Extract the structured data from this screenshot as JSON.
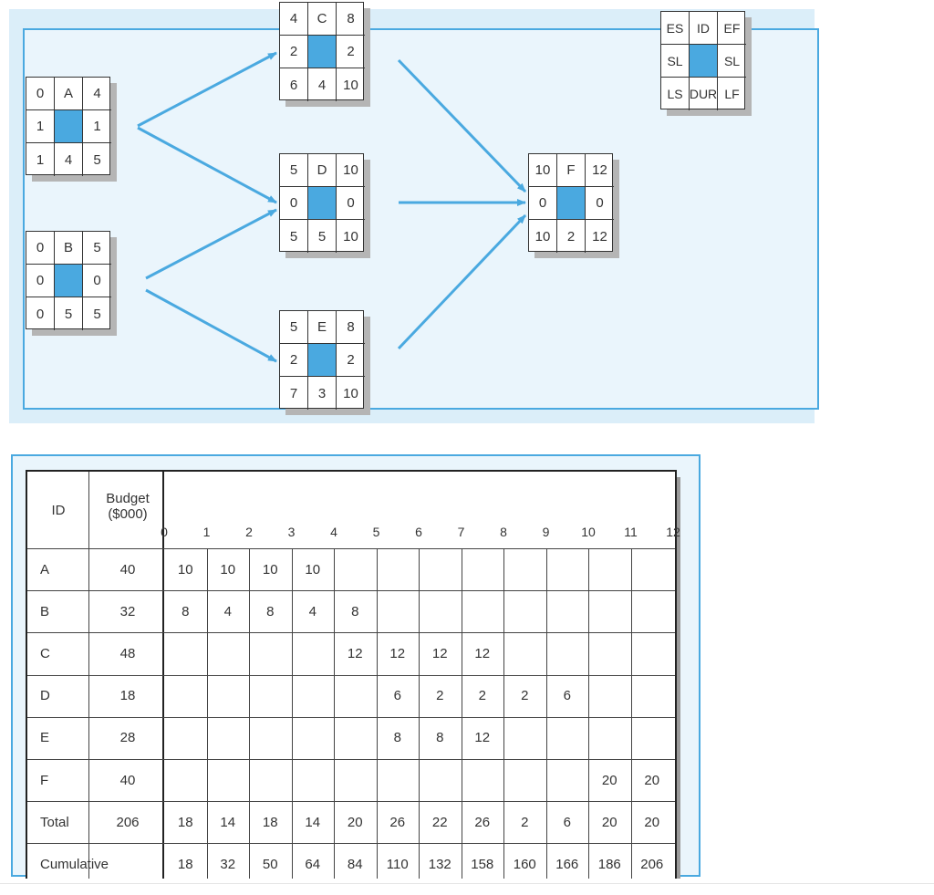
{
  "network": {
    "nodes": [
      {
        "id": "A",
        "es": "0",
        "ef": "4",
        "sl_left": "1",
        "sl_right": "1",
        "ls": "1",
        "dur": "4",
        "lf": "5"
      },
      {
        "id": "B",
        "es": "0",
        "ef": "5",
        "sl_left": "0",
        "sl_right": "0",
        "ls": "0",
        "dur": "5",
        "lf": "5"
      },
      {
        "id": "C",
        "es": "4",
        "ef": "8",
        "sl_left": "2",
        "sl_right": "2",
        "ls": "6",
        "dur": "4",
        "lf": "10"
      },
      {
        "id": "D",
        "es": "5",
        "ef": "10",
        "sl_left": "0",
        "sl_right": "0",
        "ls": "5",
        "dur": "5",
        "lf": "10"
      },
      {
        "id": "E",
        "es": "5",
        "ef": "8",
        "sl_left": "2",
        "sl_right": "2",
        "ls": "7",
        "dur": "3",
        "lf": "10"
      },
      {
        "id": "F",
        "es": "10",
        "ef": "12",
        "sl_left": "0",
        "sl_right": "0",
        "ls": "10",
        "dur": "2",
        "lf": "12"
      }
    ],
    "legend": {
      "es": "ES",
      "id": "ID",
      "ef": "EF",
      "sl_left": "SL",
      "sl_right": "SL",
      "ls": "LS",
      "dur": "DUR",
      "lf": "LF"
    },
    "fill_color": "#4aa9e0",
    "arrow_color": "#4aa9e0"
  },
  "budget_table": {
    "header_id": "ID",
    "header_budget_line1": "Budget",
    "header_budget_line2": "($000)",
    "time_ticks": [
      "0",
      "1",
      "2",
      "3",
      "4",
      "5",
      "6",
      "7",
      "8",
      "9",
      "10",
      "11",
      "12"
    ],
    "rows": [
      {
        "id": "A",
        "budget": "40",
        "values": [
          "10",
          "10",
          "10",
          "10",
          "",
          "",
          "",
          "",
          "",
          "",
          "",
          ""
        ]
      },
      {
        "id": "B",
        "budget": "32",
        "values": [
          "8",
          "4",
          "8",
          "4",
          "8",
          "",
          "",
          "",
          "",
          "",
          "",
          ""
        ]
      },
      {
        "id": "C",
        "budget": "48",
        "values": [
          "",
          "",
          "",
          "",
          "12",
          "12",
          "12",
          "12",
          "",
          "",
          "",
          ""
        ]
      },
      {
        "id": "D",
        "budget": "18",
        "values": [
          "",
          "",
          "",
          "",
          "",
          "6",
          "2",
          "2",
          "2",
          "6",
          "",
          ""
        ]
      },
      {
        "id": "E",
        "budget": "28",
        "values": [
          "",
          "",
          "",
          "",
          "",
          "8",
          "8",
          "12",
          "",
          "",
          "",
          ""
        ]
      },
      {
        "id": "F",
        "budget": "40",
        "values": [
          "",
          "",
          "",
          "",
          "",
          "",
          "",
          "",
          "",
          "",
          "20",
          "20"
        ]
      }
    ],
    "total": {
      "label": "Total",
      "budget": "206",
      "values": [
        "18",
        "14",
        "18",
        "14",
        "20",
        "26",
        "22",
        "26",
        "2",
        "6",
        "20",
        "20"
      ]
    },
    "cumulative": {
      "label": "Cumulative",
      "values": [
        "18",
        "32",
        "50",
        "64",
        "84",
        "110",
        "132",
        "158",
        "160",
        "166",
        "186",
        "206"
      ]
    }
  }
}
